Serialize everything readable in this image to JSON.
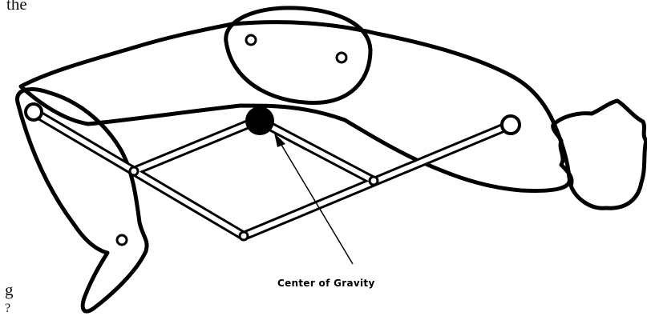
{
  "page_fragments": {
    "top": "the",
    "bottom": "g",
    "bottom2": "?"
  },
  "diagram": {
    "label": "Center of Gravity"
  }
}
